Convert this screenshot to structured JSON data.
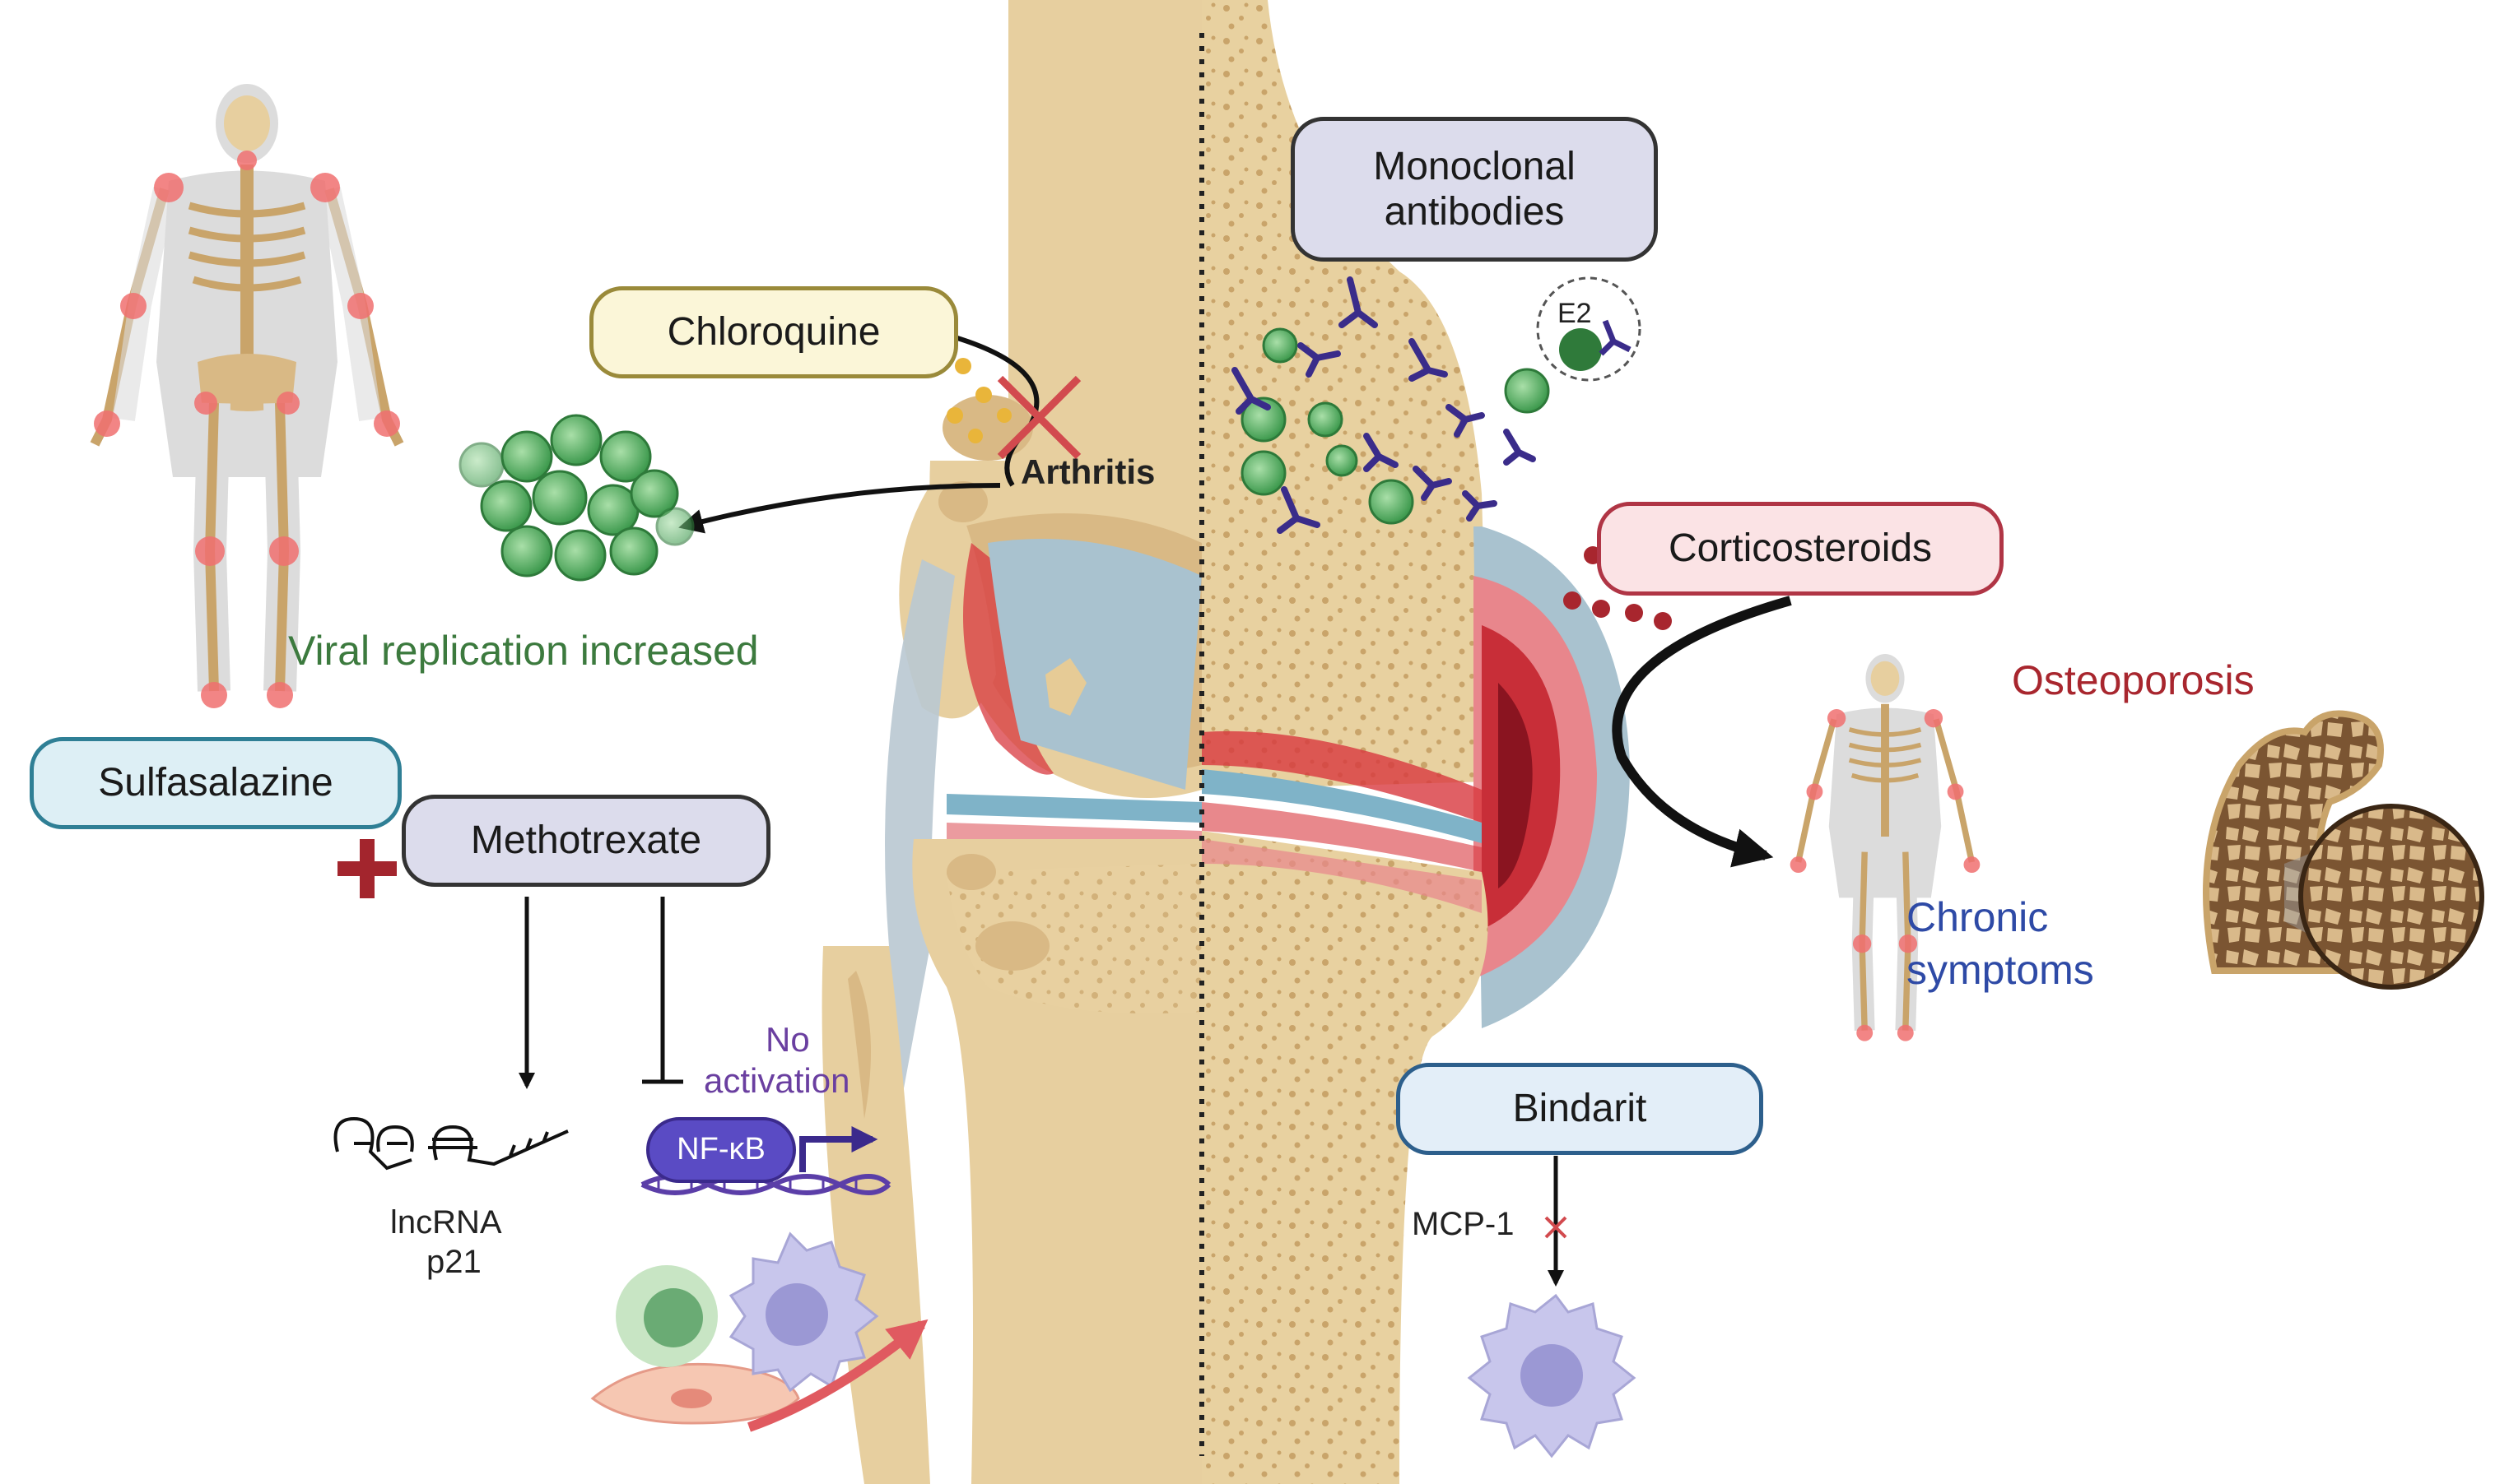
{
  "drugs": {
    "chloroquine": "Chloroquine",
    "monoclonal_line1": "Monoclonal",
    "monoclonal_line2": "antibodies",
    "corticosteroids": "Corticosteroids",
    "sulfasalazine": "Sulfasalazine",
    "methotrexate": "Methotrexate",
    "bindarit": "Bindarit"
  },
  "labels": {
    "arthritis": "Arthritis",
    "viral_replication": "Viral replication increased",
    "no_activation_line1": "No",
    "no_activation_line2": "activation",
    "nfkb": "NF-κB",
    "lncrna_line1": "lncRNA",
    "lncrna_line2": "p21",
    "mcp1": "MCP-1",
    "chronic_line1": "Chronic",
    "chronic_line2": "symptoms",
    "osteoporosis": "Osteoporosis",
    "e2": "E2",
    "plus_sign": "+"
  },
  "colors": {
    "chloroquine_fill": "#fbf6d8",
    "chloroquine_border": "#9a8a3a",
    "monoclonal_fill": "#dcdcec",
    "corticosteroid_fill": "#fbe3e5",
    "corticosteroid_border": "#b03545",
    "sulfasalazine_fill": "#ddeff5",
    "sulfasalazine_border": "#2f7f95",
    "methotrexate_fill": "#dcdcec",
    "bindarit_fill": "#e3eef8",
    "bindarit_border": "#2d5f8c",
    "viral_text": "#3c7a3e",
    "no_activation_text": "#6a3fa0",
    "chronic_text": "#2e4aa6",
    "osteoporosis_text": "#a8262e",
    "plus_color": "#a3252d",
    "bone": "#e8d3a5",
    "cartilage": "#a9c2cf",
    "inflammation": "#d8383f",
    "virus_green": "#4aa05a",
    "antibody": "#3a2c8a"
  }
}
